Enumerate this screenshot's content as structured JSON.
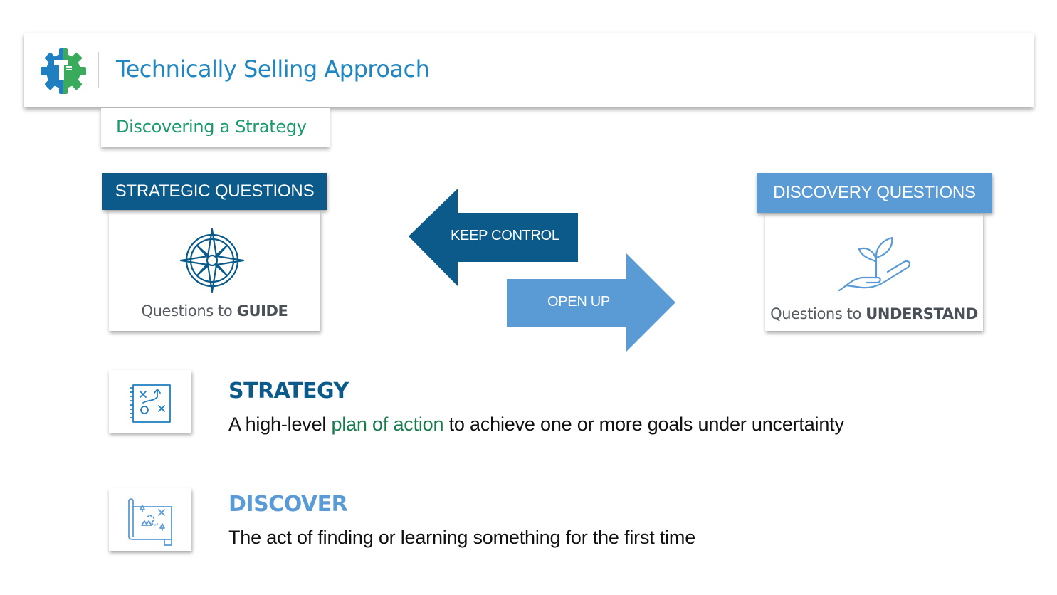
{
  "header": {
    "title": "Technically Selling Approach",
    "logo_letter": "T"
  },
  "subtitle": "Discovering a Strategy",
  "strategic_card": {
    "header": "STRATEGIC QUESTIONS",
    "caption_prefix": "Questions to ",
    "caption_emphasis": "GUIDE"
  },
  "discovery_card": {
    "header": "DISCOVERY QUESTIONS",
    "caption_prefix": "Questions to ",
    "caption_emphasis": "UNDERSTAND"
  },
  "arrows": {
    "left_label": "KEEP CONTROL",
    "right_label": "OPEN UP"
  },
  "definitions": {
    "strategy": {
      "title": "STRATEGY",
      "text_before": "A high-level ",
      "text_highlight": "plan of action",
      "text_after": " to achieve one or more goals under uncertainty"
    },
    "discover": {
      "title": "DISCOVER",
      "text": "The act of finding or learning something for the first time"
    }
  },
  "icons": {
    "logo": "gear-logo-icon",
    "strategic": "compass-icon",
    "discovery": "hand-plant-icon",
    "strategy": "strategy-playbook-icon",
    "discover": "treasure-map-icon"
  },
  "colors": {
    "dark_blue": "#0b5a8a",
    "light_blue": "#5b9bd5",
    "title_blue": "#1f86c1",
    "green": "#1a9a6a",
    "highlight_green": "#1a7a4e"
  }
}
